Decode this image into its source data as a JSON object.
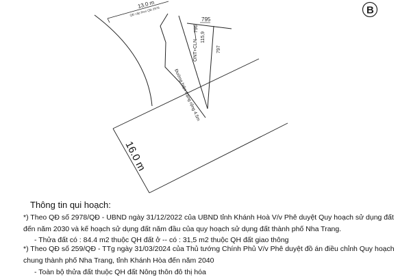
{
  "map": {
    "badge_letter": "B",
    "dim_13": "13.0 m",
    "dim_13_sub": "QĐ cấp theo QĐ 2978",
    "parcel_795": "795",
    "parcel_796": "796",
    "parcel_797": "797",
    "parcel_code": "ONT+CLN",
    "parcel_area": "115,9",
    "road_label": "Đường hiện trạng rộng 4.5m",
    "dim_16": "16.0 m"
  },
  "info": {
    "heading": "Thông tin qui hoạch:",
    "line1": "*) Theo QĐ số 2978/QĐ - UBND ngày 31/12/2022 của UBND tỉnh Khánh Hoà V/v Phê duyệt Quy hoạch sử dụng đất",
    "line2": "đến năm 2030 và kế hoạch sử dụng đất năm đầu của quy hoạch sử dụng đất thành phố Nha Trang.",
    "line3": "- Thửa đất có :  84.4 m2 thuộc QH đất ở  -- có : 31,5 m2 thuộc QH đất giao thông",
    "line4": "*) Theo QĐ số 259/QĐ - TTg ngày 31/03/2024 của Thủ tướng Chính Phủ V/v Phê duyệt đồ án điều chỉnh Quy hoạch",
    "line5": "chung thành phố Nha Trang, tỉnh Khánh Hòa đến năm 2040",
    "line6": "- Toàn bộ thửa đất thuộc QH đất Nông thôn đô thị hóa"
  }
}
